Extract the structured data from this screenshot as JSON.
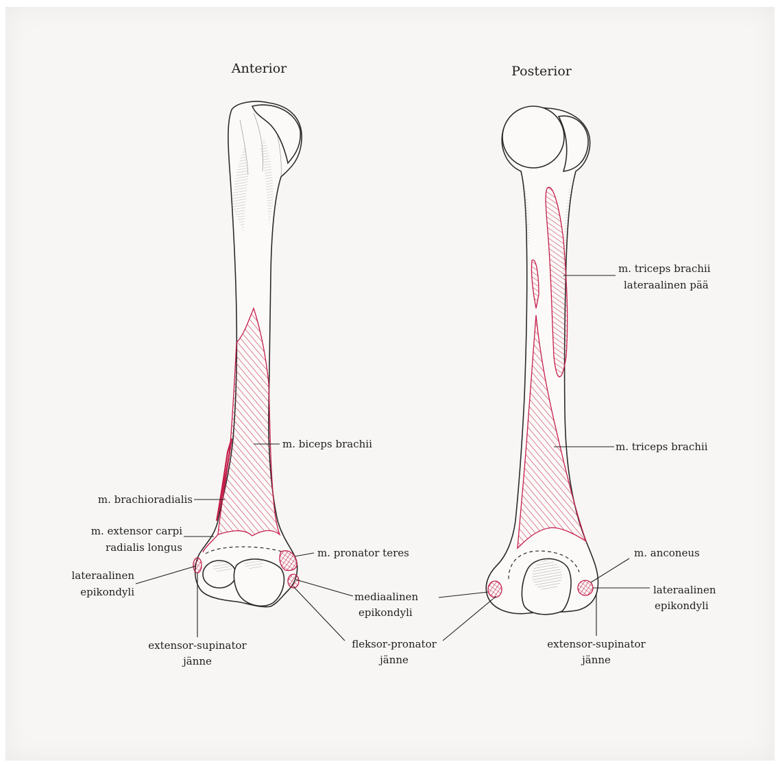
{
  "views": {
    "anterior": {
      "title": "Anterior"
    },
    "posterior": {
      "title": "Posterior"
    }
  },
  "labels": {
    "anterior": {
      "biceps": "m. biceps brachii",
      "brachioradialis": "m. brachioradialis",
      "extensor_carpi_l1": "m. extensor carpi",
      "extensor_carpi_l2": "radialis longus",
      "pronator_teres": "m. pronator teres",
      "lateral_epi_l1": "lateraalinen",
      "lateral_epi_l2": "epikondyli",
      "ext_sup_l1": "extensor-supinator",
      "ext_sup_l2": "jänne"
    },
    "center": {
      "medial_epi_l1": "mediaalinen",
      "medial_epi_l2": "epikondyli",
      "flex_pron_l1": "fleksor-pronator",
      "flex_pron_l2": "jänne"
    },
    "posterior": {
      "triceps_lat_l1": "m. triceps brachii",
      "triceps_lat_l2": "lateraalinen pää",
      "triceps": "m. triceps brachii",
      "anconeus": "m. anconeus",
      "lateral_epi_l1": "lateraalinen",
      "lateral_epi_l2": "epikondyli",
      "ext_sup_l1": "extensor-supinator",
      "ext_sup_l2": "jänne"
    }
  },
  "colors": {
    "muscle": "#c41e4b",
    "ink": "#1e1e1e",
    "paper": "#f7f6f4"
  }
}
